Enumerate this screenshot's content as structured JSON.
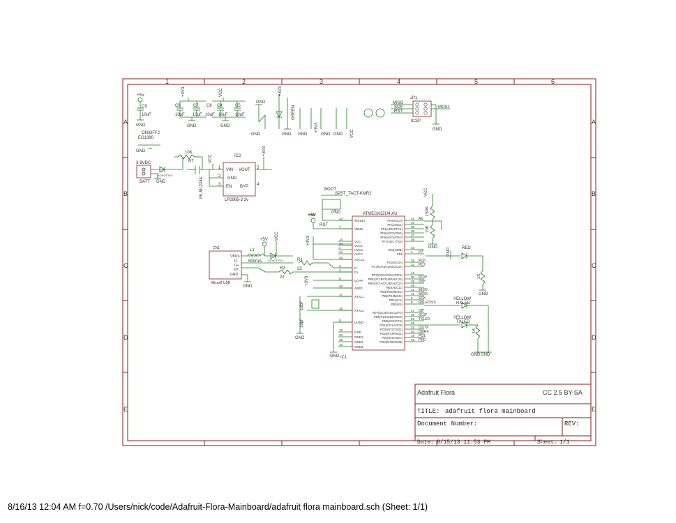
{
  "frame": {
    "columns": [
      "1",
      "2",
      "3",
      "4",
      "5",
      "6"
    ],
    "rows": [
      "A",
      "B",
      "C",
      "D",
      "E"
    ]
  },
  "parts": {
    "mcu": "ATMEGA32U4-AU",
    "mcu_ref": "IC1",
    "regulator": "IC2",
    "regulator_part": "LP2985-3.3v",
    "reg_pins": [
      "VIN",
      "VOUT",
      "GND",
      "EN",
      "BYP"
    ],
    "reg_pin_nums": [
      "1",
      "5",
      "2",
      "3",
      "4"
    ],
    "icsp_ref": "JP1",
    "icsp_name": "ICSP",
    "icsp_labels": [
      "MISO",
      "SCK",
      "RST",
      "MOSI"
    ],
    "switch_ref": "ON/OFF2",
    "switch_part": "EG1390",
    "batt_label": "3-9VDC",
    "batt_name": "BATT",
    "boot_label": "BOOT",
    "boot_part": "SPST_TACT-KMR2",
    "rst_label": "RST",
    "usb_ref": "CN1",
    "usb_name": "MicroB USB",
    "usb_pins": [
      "VBUS",
      "D-",
      "D+",
      "ID",
      "GND"
    ],
    "l1": "L1",
    "l1_val": "500mA",
    "r1": "R1",
    "r2": "R2",
    "r_22": "22",
    "r7": "R7",
    "r7_val": "10K",
    "q_label": "IRLML2244",
    "schottky": "SCHOTTKY",
    "led_red": "RED",
    "led_green": "GREEN",
    "led_yellow_rx": "YELLOW",
    "led_yellow_tx": "YELLOW",
    "rxled": "RXLED",
    "txled": "TXLED",
    "r_1k": "1K",
    "r_10k": "10K",
    "r_150k": "150K",
    "caps": {
      "c9": "C9",
      "c8": "C8",
      "c7": "C7",
      "c6": "C6",
      "c4": "C4",
      "c5": "C5",
      "val": "10uF"
    },
    "xtal_cap": "18pF"
  },
  "nets": {
    "p5v": "+5V",
    "p3v3": "+3V3",
    "vcc": "VCC",
    "gnd": "GND"
  },
  "mcu_left_pins": [
    {
      "num": "13",
      "name": "/RESET"
    },
    {
      "num": "7",
      "name": "VBUS"
    },
    {
      "num": "14",
      "name": "VCC"
    },
    {
      "num": "34",
      "name": "VCC1"
    },
    {
      "num": "2",
      "name": "UVCC"
    },
    {
      "num": "24",
      "name": "AVCC"
    },
    {
      "num": "44",
      "name": "AVCC1"
    },
    {
      "num": "3",
      "name": "D-"
    },
    {
      "num": "4",
      "name": "D+"
    },
    {
      "num": "6",
      "name": "UCAP"
    },
    {
      "num": "42",
      "name": "AREF"
    },
    {
      "num": "17",
      "name": "XTAL1"
    },
    {
      "num": "16",
      "name": "XTAL2"
    },
    {
      "num": "5",
      "name": "UGND"
    },
    {
      "num": "15",
      "name": "GND"
    },
    {
      "num": "23",
      "name": "GND1"
    },
    {
      "num": "35",
      "name": "GND2"
    },
    {
      "num": "43",
      "name": "GND3"
    }
  ],
  "mcu_right_pins": [
    {
      "num": "41",
      "name": "PF0(ADC0)",
      "net": "A5"
    },
    {
      "num": "40",
      "name": "PF1(ADC1)",
      "net": ""
    },
    {
      "num": "39",
      "name": "PF4(ADC4/TCK)",
      "net": ""
    },
    {
      "num": "38",
      "name": "PF5(ADC5/TMS)",
      "net": ""
    },
    {
      "num": "37",
      "name": "PF6(ADC6/TDO)",
      "net": ""
    },
    {
      "num": "36",
      "name": "PF7(ADC7/TDI)",
      "net": ""
    },
    {
      "num": "33",
      "name": "PE2(HWB)",
      "net": ""
    },
    {
      "num": "1",
      "name": "PE6",
      "net": "D7"
    },
    {
      "num": "31",
      "name": "PC6(OC3A)",
      "net": "PC6"
    },
    {
      "num": "32",
      "name": "PC7(ICP3/CLK0/OC4A)",
      "net": "PC7"
    },
    {
      "num": "12",
      "name": "PB7(OC0A/OC1C/RTS)",
      "net": ""
    },
    {
      "num": "30",
      "name": "PB6(OC1B/OC4B/ADC13)",
      "net": "ID10*"
    },
    {
      "num": "29",
      "name": "PB5(OC1A/OC4B/ADC12)",
      "net": "ID9*"
    },
    {
      "num": "28",
      "name": "PB4(ADC11)",
      "net": ""
    },
    {
      "num": "11",
      "name": "PB3(PDO/MISO)",
      "net": "MISO"
    },
    {
      "num": "10",
      "name": "PB2(PDI/MOSI)",
      "net": "MOSI"
    },
    {
      "num": "9",
      "name": "PB1(SCK)",
      "net": "SCK"
    },
    {
      "num": "8",
      "name": "PB0(SS)",
      "net": "RXLED/SS"
    },
    {
      "num": "27",
      "name": "PD7(OC4D/ADC10/T0)",
      "net": "D6*"
    },
    {
      "num": "26",
      "name": "PD6(T1/OC4D/ADC9)",
      "net": "ID12*"
    },
    {
      "num": "22",
      "name": "PD5(XCK/CTS)",
      "net": "TXLED"
    },
    {
      "num": "25",
      "name": "PD4(ICP1/ADC8)",
      "net": ""
    },
    {
      "num": "21",
      "name": "PD3(INT3/TXD1)",
      "net": "D1/TX"
    },
    {
      "num": "20",
      "name": "PD2(INT2/RXD1)",
      "net": "D0/RX"
    },
    {
      "num": "19",
      "name": "PD1(INT1/SDA)",
      "net": "PD1"
    },
    {
      "num": "18",
      "name": "PD0(INT0/OC0B)",
      "net": "PD0"
    }
  ],
  "title_block": {
    "company": "Adafruit Flora",
    "license": "CC 2.5 BY-SA",
    "title_label": "TITLE:",
    "title_value": "adafruit flora mainboard",
    "docnum_label": "Document Number:",
    "rev_label": "REV:",
    "date_label": "Date:",
    "date_value": "8/15/13 11:53 PM",
    "sheet_label": "Sheet:",
    "sheet_value": "1/1"
  },
  "footer": "8/16/13 12:04 AM  f=0.70  /Users/nick/code/Adafruit-Flora-Mainboard/adafruit flora mainboard.sch (Sheet: 1/1)",
  "colors": {
    "frame": "#8b1a1a",
    "wire": "#1c7a1c",
    "text": "#333333"
  }
}
